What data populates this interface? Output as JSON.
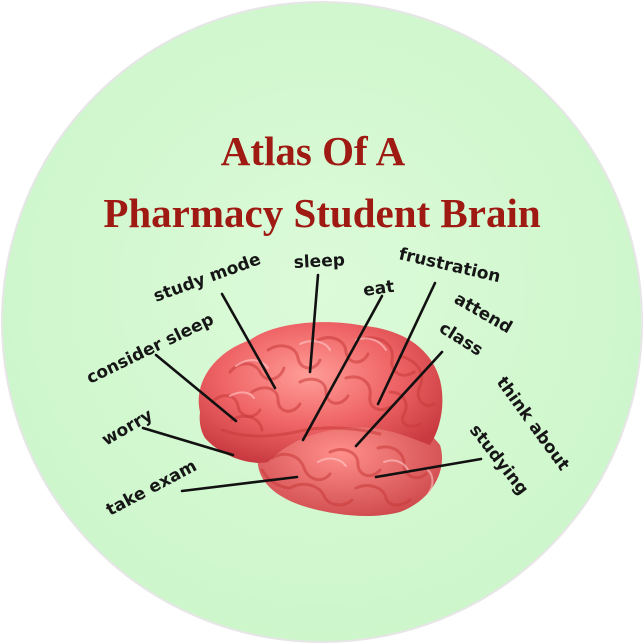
{
  "title": {
    "line1": "Atlas Of A",
    "line2": "Pharmacy Student Brain"
  },
  "labels": {
    "study_mode": "study mode",
    "sleep": "sleep",
    "frustration": "frustration",
    "eat": "eat",
    "attend": "attend",
    "class": "class",
    "consider_sleep": "consider sleep",
    "worry": "worry",
    "think_about": "think about",
    "studying": "studying",
    "take_exam": "take exam"
  },
  "colors": {
    "background": "#d4fad2",
    "title": "#9e1a12",
    "brain": "#f0696a",
    "ink": "#161616"
  }
}
